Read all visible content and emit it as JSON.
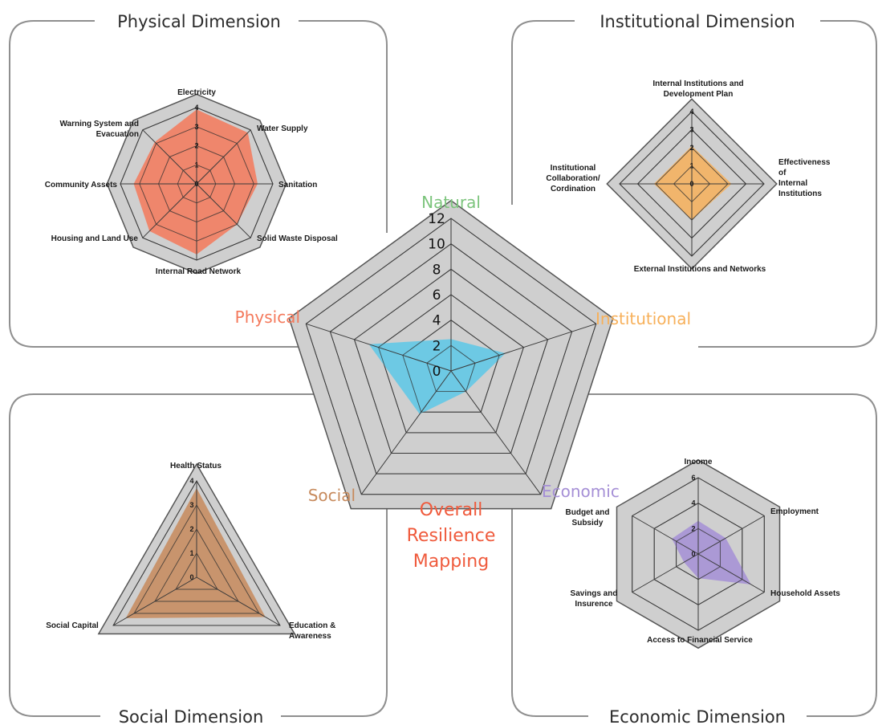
{
  "panels": {
    "physical": "Physical Dimension",
    "institutional": "Institutional Dimension",
    "social": "Social Dimension",
    "economic": "Economic Dimension"
  },
  "center_title": [
    "Overall",
    "Resilience",
    "Mapping"
  ],
  "colors": {
    "physical": "#f4795b",
    "institutional": "#f7b05a",
    "social": "#c78a5c",
    "economic": "#a58fd6",
    "overall": "#5cc8e8",
    "natural": "#7cc47c",
    "web_bg": "#cfcfcf",
    "web_line": "#3a3a3a",
    "frame": "#8f8f8f"
  },
  "chart_data": [
    {
      "id": "overall",
      "type": "radar",
      "title": "Overall Resilience Mapping",
      "axes": [
        "Natural",
        "Institutional",
        "Economic",
        "Social",
        "Physical"
      ],
      "ticks": [
        0,
        2,
        4,
        6,
        8,
        10,
        12
      ],
      "max": 12,
      "series": [
        {
          "values": [
            2.5,
            4.5,
            2,
            4.2,
            6.8
          ]
        }
      ]
    },
    {
      "id": "physical",
      "type": "radar",
      "axes": [
        "Electricity",
        "Water Supply",
        "Sanitation",
        "Solid Waste Disposal",
        "Internal Road Network",
        "Housing and Land Use",
        "Community Assets",
        "Warning System and Evacuation"
      ],
      "ticks": [
        0,
        1,
        2,
        3,
        4
      ],
      "max": 4,
      "series": [
        {
          "values": [
            3.9,
            3.8,
            3.2,
            3.0,
            3.7,
            3.5,
            3.3,
            3.1
          ]
        }
      ]
    },
    {
      "id": "institutional",
      "type": "radar",
      "axes": [
        "Internal Institutions and Development Plan",
        "Effectiveness of Internal Institutions",
        "External Institutions and Networks",
        "Institutional Collaboration/ Cordination"
      ],
      "ticks": [
        0,
        1,
        2,
        3,
        4
      ],
      "max": 4,
      "series": [
        {
          "values": [
            2.1,
            2.2,
            2.0,
            2.1
          ]
        }
      ]
    },
    {
      "id": "social",
      "type": "radar",
      "axes": [
        "Health Status",
        "Education & Awareness",
        "Social Capital"
      ],
      "ticks": [
        0,
        1,
        2,
        3,
        4
      ],
      "max": 4,
      "series": [
        {
          "values": [
            3.7,
            3.3,
            3.4
          ]
        }
      ]
    },
    {
      "id": "economic",
      "type": "radar",
      "axes": [
        "Income",
        "Employment",
        "Household Assets",
        "Access to Financial Service",
        "Savings and Insurence",
        "Budget and Subsidy"
      ],
      "ticks": [
        0,
        2,
        4,
        6
      ],
      "max": 6,
      "series": [
        {
          "values": [
            2.6,
            2.5,
            4.8,
            1.9,
            1.3,
            2.4
          ]
        }
      ]
    }
  ]
}
